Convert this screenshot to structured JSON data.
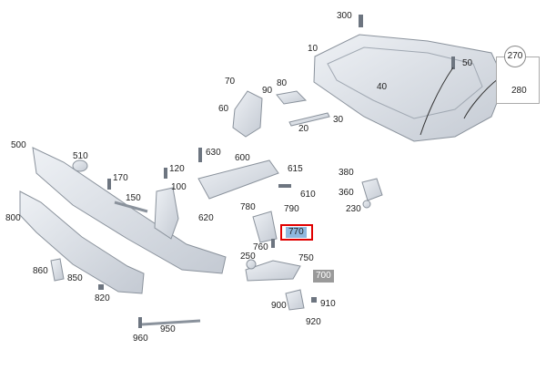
{
  "labels": {
    "l300": "300",
    "l10": "10",
    "l50": "50",
    "l270": "270",
    "l280": "280",
    "l70": "70",
    "l80": "80",
    "l90": "90",
    "l60": "60",
    "l40": "40",
    "l30": "30",
    "l20": "20",
    "l500": "500",
    "l510": "510",
    "l170": "170",
    "l120": "120",
    "l100": "100",
    "l150": "150",
    "l630": "630",
    "l600": "600",
    "l615": "615",
    "l610": "610",
    "l620": "620",
    "l380": "380",
    "l360": "360",
    "l230": "230",
    "l800": "800",
    "l780": "780",
    "l790": "790",
    "l770": "770",
    "l760": "760",
    "l250": "250",
    "l750": "750",
    "l700": "700",
    "l860": "860",
    "l850": "850",
    "l820": "820",
    "l900": "900",
    "l910": "910",
    "l920": "920",
    "l950": "950",
    "l960": "960"
  },
  "highlight": {
    "selected_part": "770",
    "secondary_part": "700"
  },
  "colors": {
    "selected_fill": "#8fb8de",
    "selected_border": "#e00000",
    "secondary_fill": "#9a9a9a",
    "part_fill": "#d6dbe2",
    "part_stroke": "#8a929c"
  }
}
